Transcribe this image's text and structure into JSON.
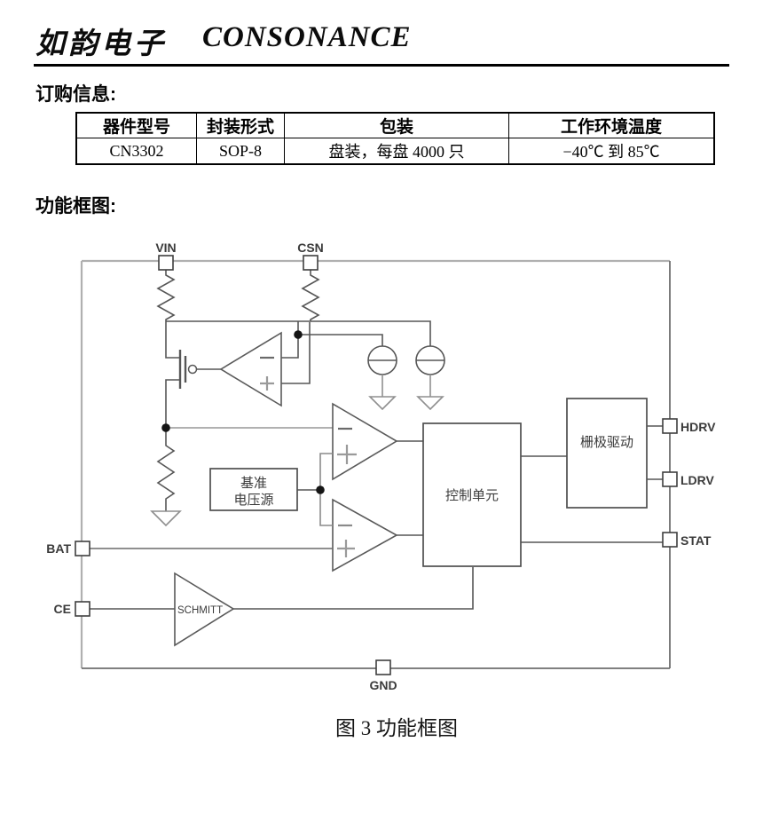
{
  "header": {
    "logo_cn": "如韵电子",
    "logo_en": "CONSONANCE"
  },
  "ordering": {
    "heading": "订购信息:",
    "table": {
      "headers": [
        "器件型号",
        "封装形式",
        "包装",
        "工作环境温度"
      ],
      "row": [
        "CN3302",
        "SOP-8",
        "盘装，每盘 4000 只",
        "−40℃ 到 85℃"
      ]
    }
  },
  "diagram": {
    "heading": "功能框图:",
    "caption": "图 3  功能框图",
    "pins": {
      "vin": "VIN",
      "csn": "CSN",
      "hdrv": "HDRV",
      "ldrv": "LDRV",
      "stat": "STAT",
      "bat": "BAT",
      "ce": "CE",
      "gnd": "GND"
    },
    "blocks": {
      "reference_line1": "基准",
      "reference_line2": "电压源",
      "control_unit": "控制单元",
      "gate_drive": "栅极驱动",
      "schmitt": "SCHMITT"
    },
    "colors": {
      "wire": "#565656",
      "light_wire": "#a6a6a6",
      "border_top_left": "#b0b0b0",
      "border_right_bottom": "#6e6e6e",
      "box_stroke": "#4f4f4f",
      "dot": "#151515"
    }
  }
}
